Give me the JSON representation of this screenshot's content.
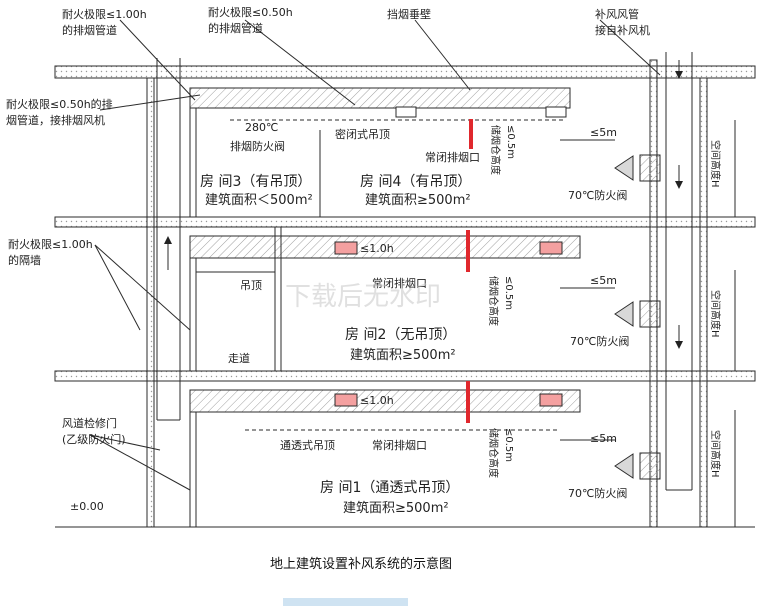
{
  "labels": {
    "duct_top_left": [
      "耐火极限≤1.00h",
      "的排烟管道"
    ],
    "duct_top_mid": [
      "耐火极限≤0.50h",
      "的排烟管道"
    ],
    "smoke_curtain": "挡烟垂壁",
    "makeup_duct": [
      "补风风管",
      "接自补风机"
    ],
    "duct_left": [
      "耐火极限≤0.50h的排",
      "烟管道，接排烟风机"
    ],
    "damper_280": [
      "280℃",
      "排烟防火阀"
    ],
    "sealed_ceiling": "密闭式吊顶",
    "normally_closed_outlet": "常闭排烟口",
    "storage_height": "储烟仓高度",
    "le_05m": "≤0.5m",
    "le_5m": "≤5m",
    "damper_70": "70℃防火阀",
    "space_height": "空间高度H",
    "partition_wall": [
      "耐火极限≤1.00h",
      "的隔墙"
    ],
    "suspended_ceiling": "吊顶",
    "corridor": "走道",
    "le_10h": "≤1.0h",
    "access_door": [
      "风道检修门",
      "(乙级防火门)"
    ],
    "perforated_ceiling": "通透式吊顶",
    "elevation": "±0.00",
    "watermark": "下载后无水印",
    "caption": "地上建筑设置补风系统的示意图"
  },
  "rooms": [
    {
      "name": "房  间3（有吊顶）",
      "area": "建筑面积＜500m²"
    },
    {
      "name": "房  间4（有吊顶）",
      "area": "建筑面积≥500m²"
    },
    {
      "name": "房  间2（无吊顶）",
      "area": "建筑面积≥500m²"
    },
    {
      "name": "房  间1（通透式吊顶）",
      "area": "建筑面积≥500m²"
    }
  ],
  "colors": {
    "line": "#2b2b2b",
    "hatch": "#9a9a9a",
    "outlet_red": "#e0282d",
    "arrow_gray": "#bdbdbd"
  }
}
